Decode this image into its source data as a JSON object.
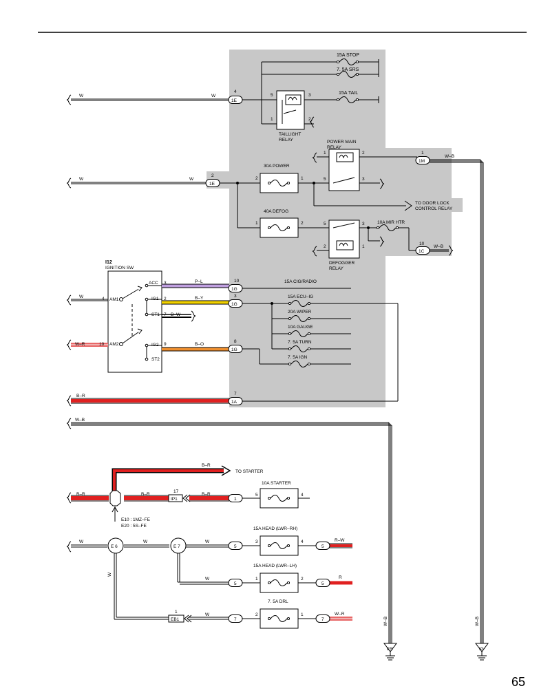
{
  "page": {
    "number": "65"
  },
  "colors": {
    "panel": "#c8c8c8",
    "wire": "#000000",
    "red": "#e02020",
    "pink": "#f0b0b0",
    "yellow": "#f0d000",
    "orange": "#f09030",
    "violet": "#c0a0e0"
  },
  "labels": {
    "f_stop": "15A STOP",
    "f_srs": "7. 5A SRS",
    "f_tail": "15A TAIL",
    "taillight_relay_1": "TAILLIGHT",
    "taillight_relay_2": "RELAY",
    "power_main_relay_1": "POWER MAIN",
    "power_main_relay_2": "RELAY",
    "f_30a_power": "30A POWER",
    "f_40a_defog": "40A DEFOG",
    "f_10a_mir": "10A MIR HTR",
    "defogger_relay_1": "DEFOGGER",
    "defogger_relay_2": "RELAY",
    "to_door_lock_1": "TO DOOR LOCK",
    "to_door_lock_2": "CONTROL RELAY",
    "ign_code": "I12",
    "ign_name": "IGNITION SW",
    "acc": "ACC",
    "ig1": "IG1",
    "st1": "ST1",
    "ig2": "IG2",
    "st2": "ST2",
    "am1": "AM1",
    "am2": "AM2",
    "f_cig": "15A CIG/RADIO",
    "f_ecu": "15A ECU–IG",
    "f_wiper": "20A WIPER",
    "f_gauge": "10A GAUGE",
    "f_turn": "7. 5A TURN",
    "f_ign": "7. 5A IGN",
    "to_starter": "TO STARTER",
    "f_starter": "10A STARTER",
    "f_head_rh": "15A HEAD (LWR–RH)",
    "f_head_lh": "15A HEAD (LWR–LH)",
    "f_drl": "7. 5A DRL",
    "e10": "E10 : 1MZ–FE",
    "e20": "E20 : 5S–FE",
    "ground_es": "ES",
    "ground_ig": "IG"
  },
  "connectors": {
    "c1e": "1E",
    "c1m": "1M",
    "c1c": "1C",
    "c1g": "1G",
    "c1a": "1A",
    "cip1": "IP1",
    "ceb1": "EB1",
    "c1": "1",
    "c5": "5",
    "c7": "7",
    "e6": "E 6",
    "e7": "E 7"
  },
  "pins": {
    "p4": "4",
    "p5": "5",
    "p3": "3",
    "p1": "1",
    "p2": "2",
    "p10": "10",
    "p9": "9",
    "p7": "7",
    "p8": "8",
    "p17": "17"
  },
  "wires": {
    "w": "W",
    "wb": "W–B",
    "wr": "W–R",
    "br": "B–R",
    "bw": "B–W",
    "pl": "P–L",
    "by": "B–Y",
    "bo": "B–O",
    "rw": "R–W",
    "r": "R"
  }
}
